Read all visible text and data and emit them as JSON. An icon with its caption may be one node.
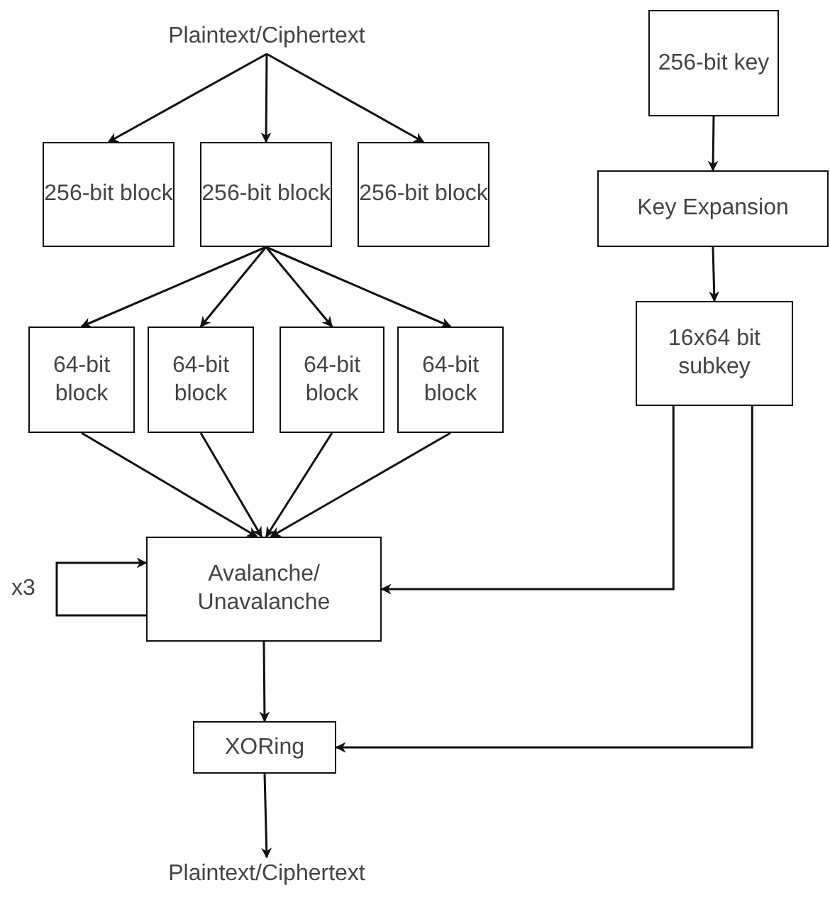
{
  "diagram": {
    "nodes": [
      {
        "text": [
          "Plaintext/Ciphertext"
        ]
      },
      {
        "text": [
          "256-bit block"
        ]
      },
      {
        "text": [
          "256-bit block"
        ]
      },
      {
        "text": [
          "256-bit block"
        ]
      },
      {
        "text": [
          "64-bit block"
        ]
      },
      {
        "text": [
          "64-bit block"
        ]
      },
      {
        "text": [
          "64-bit block"
        ]
      },
      {
        "text": [
          "64-bit block"
        ]
      },
      {
        "text": [
          "Avalanche/ Unavalanche"
        ]
      },
      {
        "text": [
          "XORing"
        ]
      },
      {
        "text": [
          "Plaintext/Ciphertext"
        ]
      },
      {
        "text": [
          "256-bit key"
        ]
      },
      {
        "text": [
          "Key Expansion"
        ]
      },
      {
        "text": [
          "16x64 bit subkey"
        ]
      }
    ],
    "edges": [
      {
        "from": 0,
        "to": 1,
        "arrow": "to"
      },
      {
        "from": 0,
        "to": 2,
        "arrow": "to"
      },
      {
        "from": 0,
        "to": 3,
        "arrow": "to"
      },
      {
        "from": 2,
        "to": 4,
        "arrow": "to"
      },
      {
        "from": 2,
        "to": 5,
        "arrow": "to"
      },
      {
        "from": 2,
        "to": 6,
        "arrow": "to"
      },
      {
        "from": 2,
        "to": 7,
        "arrow": "to"
      },
      {
        "from": 4,
        "to": 8,
        "arrow": "to"
      },
      {
        "from": 5,
        "to": 8,
        "arrow": "to"
      },
      {
        "from": 6,
        "to": 8,
        "arrow": "to"
      },
      {
        "from": 7,
        "to": 8,
        "arrow": "to"
      },
      {
        "from": 8,
        "to": 8,
        "arrow": "to",
        "label": "x3"
      },
      {
        "from": 8,
        "to": 9,
        "arrow": "to"
      },
      {
        "from": 9,
        "to": 10,
        "arrow": "to"
      },
      {
        "from": 11,
        "to": 12,
        "arrow": "to"
      },
      {
        "from": 12,
        "to": 13,
        "arrow": "to"
      },
      {
        "from": 13,
        "to": 8,
        "arrow": "to"
      },
      {
        "from": 13,
        "to": 9,
        "arrow": "to"
      }
    ]
  }
}
